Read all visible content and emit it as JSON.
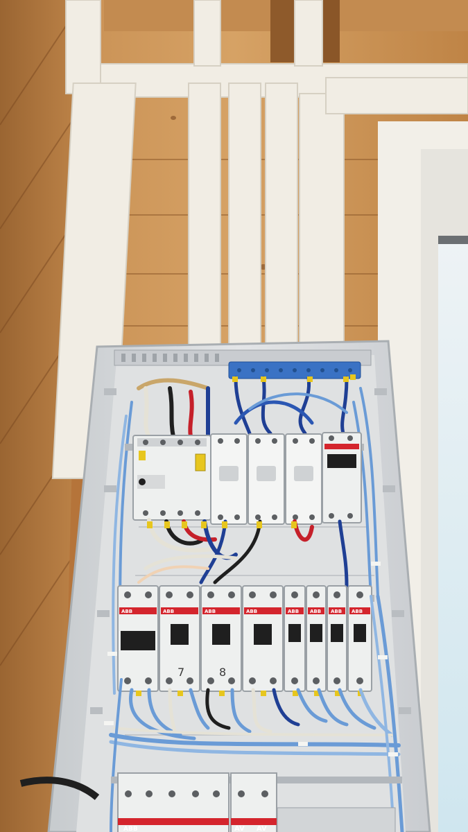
{
  "scene": {
    "type": "photo",
    "subject": "electrical-distribution-panel",
    "wall_material": "wood-paneling"
  },
  "labels": {
    "breaker_brand": "ABB",
    "relay_brand": "AV",
    "handwritten_7": "7",
    "handwritten_8": "8"
  },
  "colors": {
    "wood_light": "#d29a5c",
    "wood_mid": "#b97d42",
    "wood_dark": "#8e5a2b",
    "conduit": "#f1ede4",
    "enclosure": "#d9dcdf",
    "breaker_body": "#eef0ef",
    "abb_red": "#d4252d",
    "wire_blue": "#6a9bd6",
    "wire_dark_blue": "#1f3f94",
    "wire_yellow": "#e7c61e",
    "wire_red": "#c5202a",
    "busbar_blue": "#3a72c4"
  }
}
